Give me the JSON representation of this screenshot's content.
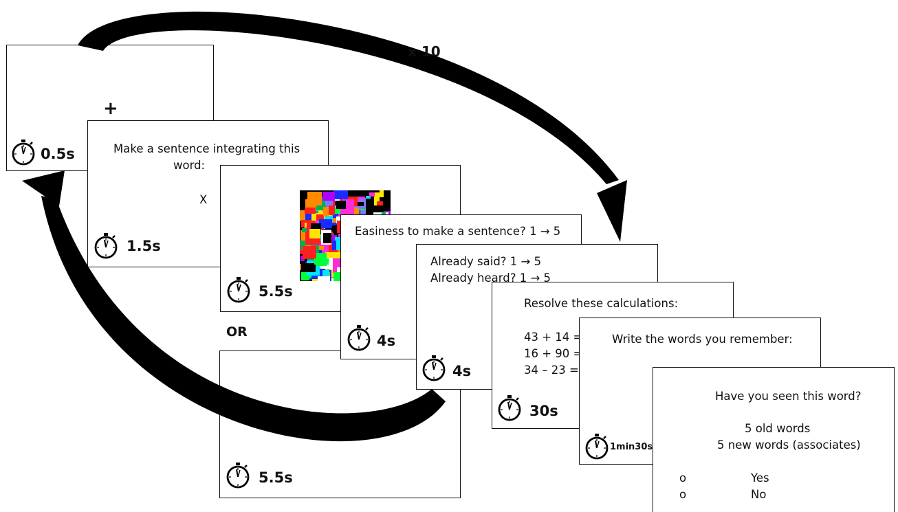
{
  "repeat_label": "x 10",
  "or_label": "OR",
  "icons": {
    "stopwatch": "stopwatch-icon",
    "noise": "noise-image"
  },
  "noise_colors": [
    "#00ff3a",
    "#ff1f1f",
    "#1a2bff",
    "#000000",
    "#00e5ff",
    "#ff2bd6",
    "#ffe600",
    "#ffffff",
    "#7a7aff",
    "#00b050",
    "#b000ff",
    "#ff8a00"
  ],
  "screens": {
    "fixation": {
      "symbol": "+",
      "duration": "0.5s"
    },
    "sentence": {
      "line1": "Make a sentence integrating this",
      "line2": "word:",
      "word": "X",
      "duration": "1.5s"
    },
    "image": {
      "duration": "5.5s"
    },
    "blank": {
      "duration": "5.5s"
    },
    "easiness": {
      "text": "Easiness to make a sentence? 1 → 5",
      "duration": "4s"
    },
    "already": {
      "line1": "Already said? 1 → 5",
      "line2": "Already heard? 1 → 5",
      "duration": "4s"
    },
    "calc": {
      "title": "Resolve these calculations:",
      "items": [
        "43 + 14 =",
        "16 + 90 =",
        "34 – 23 ="
      ],
      "duration": "30s"
    },
    "recall": {
      "title": "Write the words you remember:",
      "duration": "1min30s"
    },
    "recognition": {
      "title": "Have you seen this word?",
      "line1": "5 old words",
      "line2": "5 new words (associates)",
      "options": [
        {
          "bullet": "o",
          "label": "Yes"
        },
        {
          "bullet": "o",
          "label": "No"
        }
      ]
    }
  }
}
